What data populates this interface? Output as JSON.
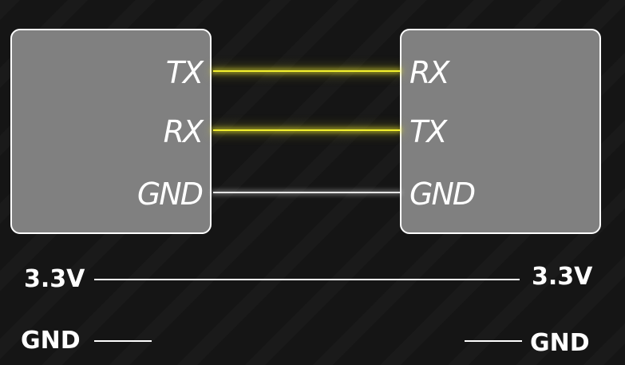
{
  "left_device": {
    "pins": [
      "TX",
      "RX",
      "GND"
    ]
  },
  "right_device": {
    "pins": [
      "RX",
      "TX",
      "GND"
    ]
  },
  "connections": [
    {
      "from": "TX",
      "to": "RX",
      "color": "#f2ef2e"
    },
    {
      "from": "RX",
      "to": "TX",
      "color": "#f2ef2e"
    },
    {
      "from": "GND",
      "to": "GND",
      "color": "#e6e6e6"
    }
  ],
  "rails": {
    "power": {
      "left_label": "3.3V",
      "right_label": "3.3V"
    },
    "ground": {
      "left_label": "GND",
      "right_label": "GND"
    }
  },
  "colors": {
    "background": "#151515",
    "device_fill": "#808080",
    "device_border": "#ffffff",
    "signal_wire": "#f2ef2e",
    "ground_wire": "#e6e6e6",
    "text": "#ffffff"
  }
}
